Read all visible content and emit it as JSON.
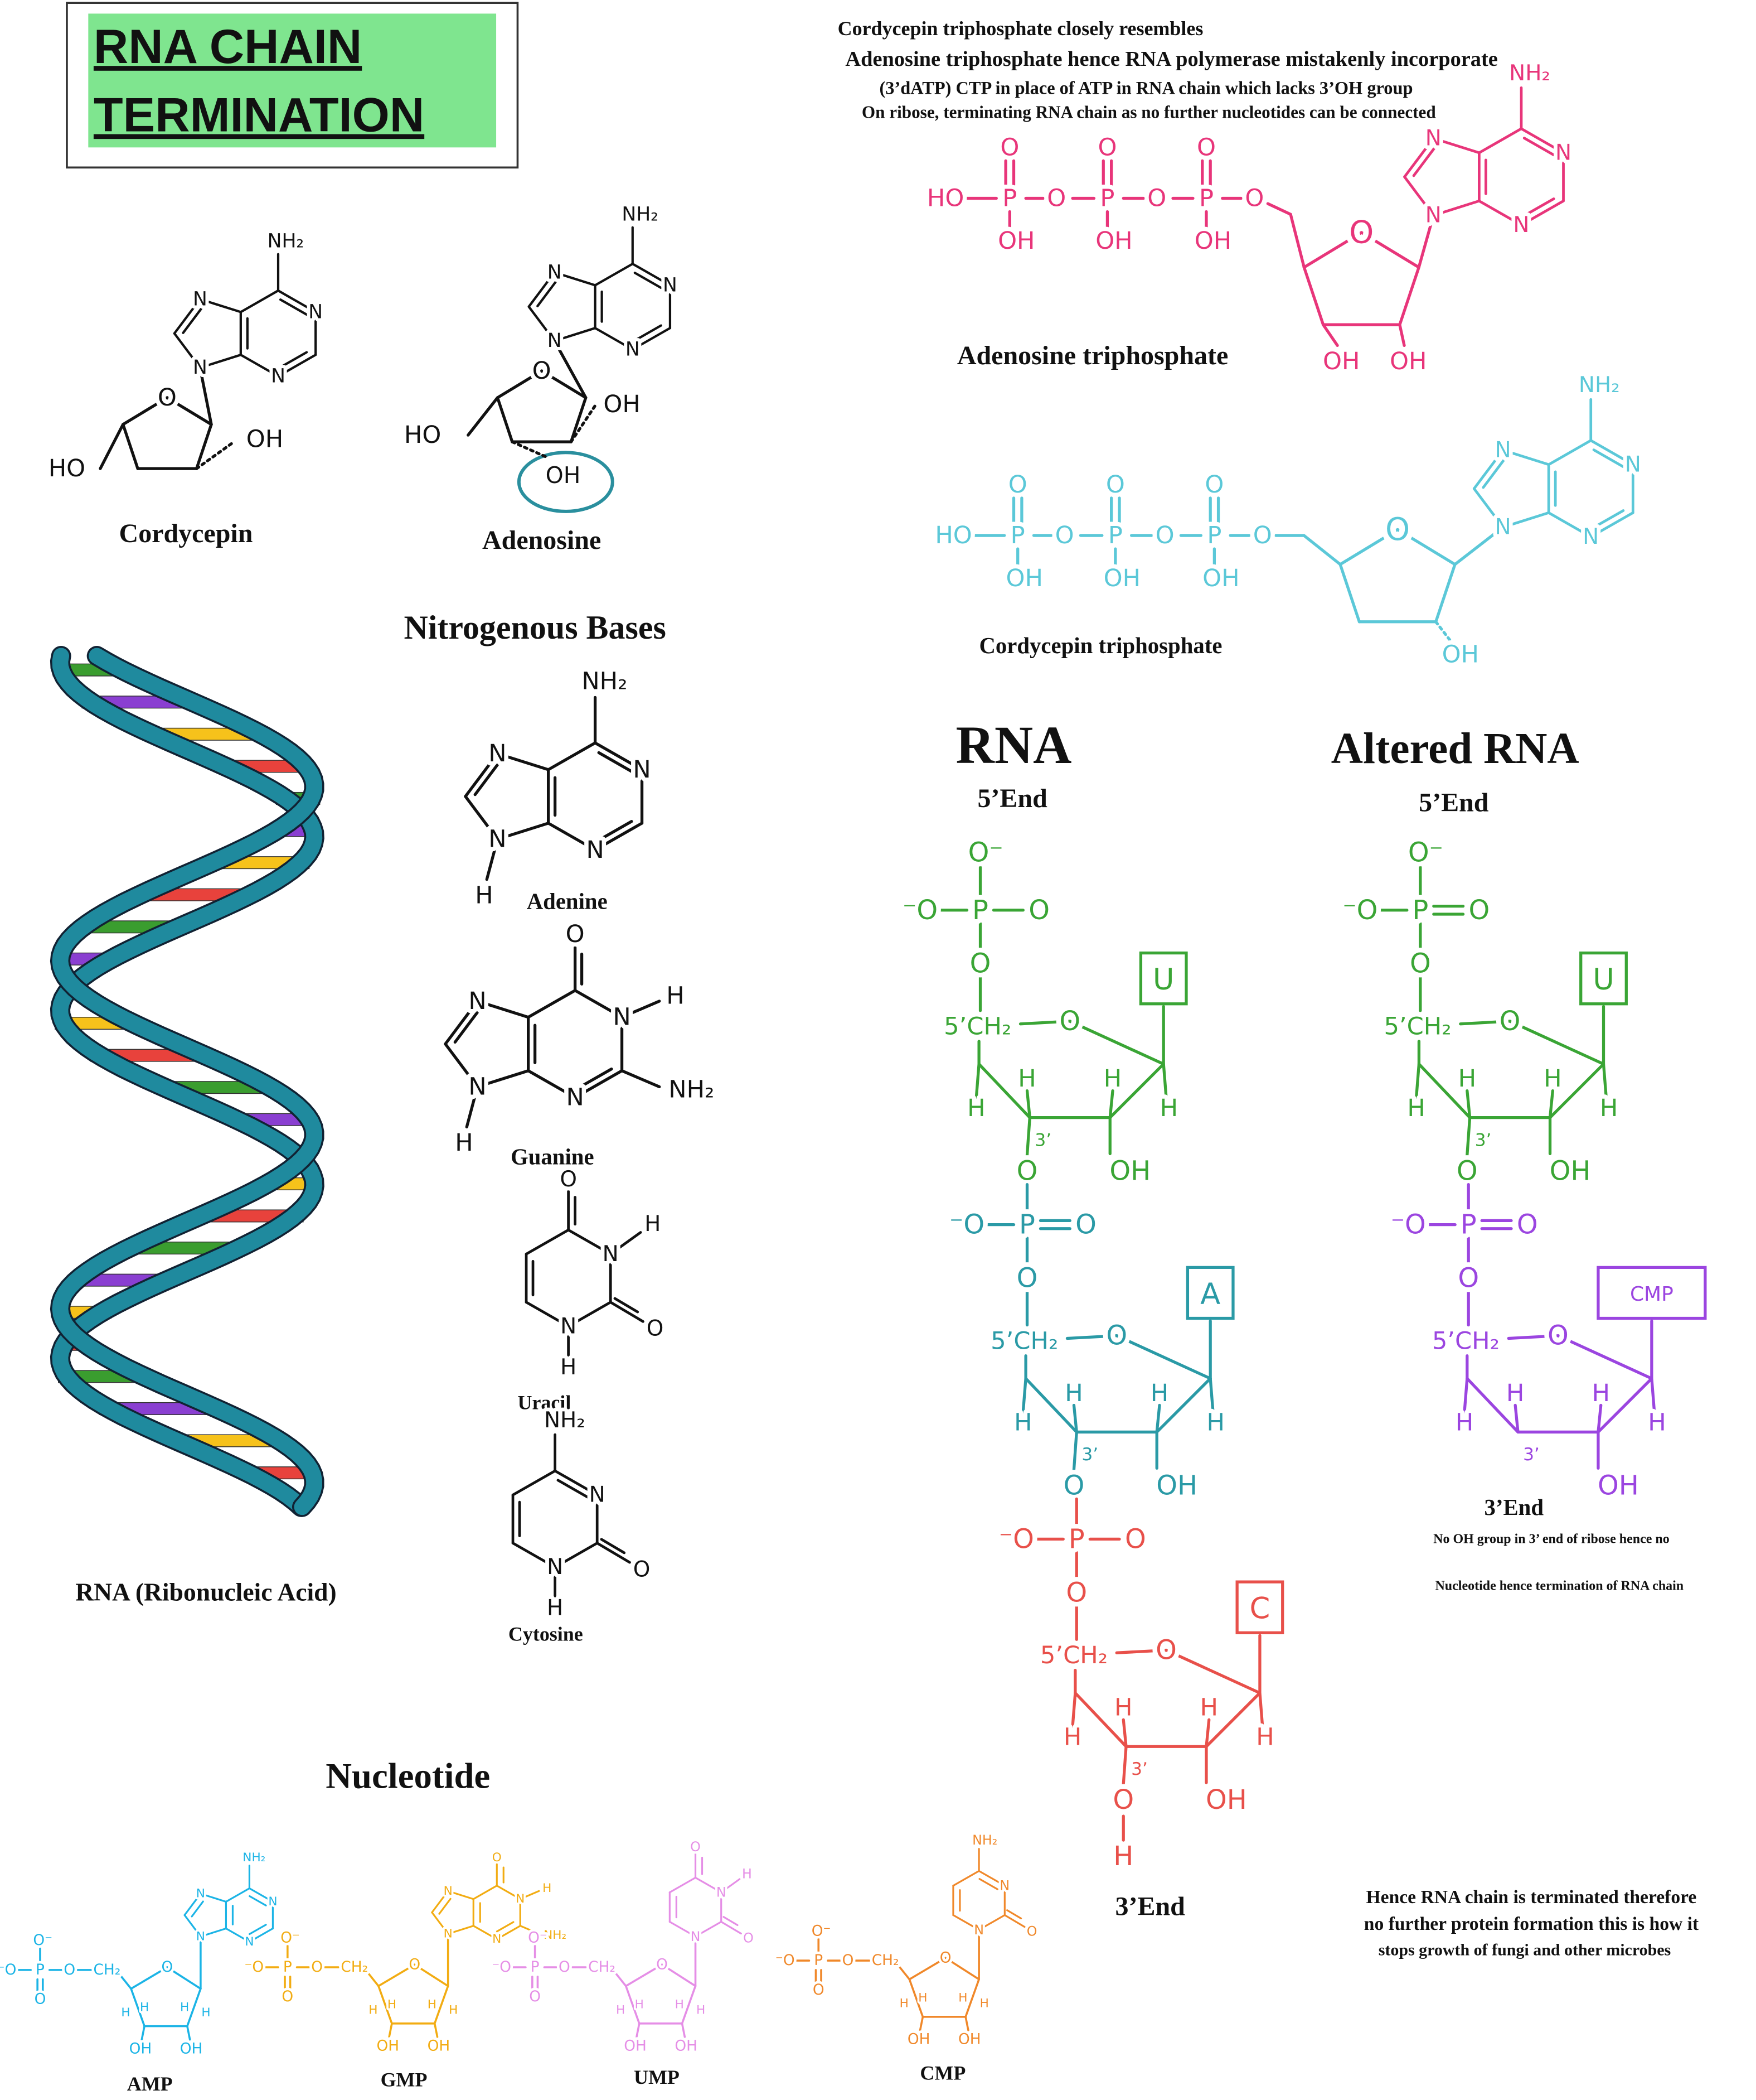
{
  "title": {
    "line1": "RNA CHAIN",
    "line2": "TERMINATION"
  },
  "intro": [
    "Cordycepin triphosphate closely resembles",
    "Adenosine triphosphate hence RNA polymerase mistakenly incorporate",
    "(3’dATP) CTP in place of ATP in RNA chain  which lacks 3’OH group",
    "On ribose, terminating RNA chain as no further nucleotides can be connected"
  ],
  "labels": {
    "cordycepin": "Cordycepin",
    "adenosine": "Adenosine",
    "atp": "Adenosine triphosphate",
    "cordycepin_tp": "Cordycepin triphosphate",
    "nitrogenous_bases": "Nitrogenous Bases",
    "adenine": "Adenine",
    "guanine": "Guanine",
    "uracil": "Uracil",
    "cytosine": "Cytosine",
    "rna_full": "RNA (Ribonucleic Acid)",
    "nucleotide": "Nucleotide",
    "amp": "AMP",
    "gmp": "GMP",
    "ump": "UMP",
    "cmp": "CMP"
  },
  "rna": {
    "title": "RNA",
    "five_end": "5’End",
    "three_end": "3’End",
    "bases": [
      "U",
      "A",
      "C"
    ]
  },
  "altered": {
    "title": "Altered RNA",
    "five_end": "5’End",
    "three_end": "3’End",
    "bases": [
      "U",
      "CMP"
    ],
    "note": [
      "No OH group in 3’ end of ribose hence no",
      "Nucleotide hence termination of RNA chain"
    ]
  },
  "conclusion": [
    "Hence RNA chain is terminated therefore",
    "no further protein formation this is how it",
    "stops growth of fungi and other microbes"
  ],
  "atoms": {
    "N": "N",
    "O": "O",
    "H": "H",
    "P": "P",
    "NH2": "NH₂",
    "OH": "OH",
    "HO": "HO",
    "Ominus": "O⁻",
    "minusO": "⁻O",
    "CH2": "5’CH₂",
    "CH2s": "CH₂",
    "three_prime": "3’"
  },
  "colors": {
    "title_bg": "#7fe58f",
    "atp": "#e8357a",
    "cordycepin_tp": "#5bc8d8",
    "helix": "#1f8a9e",
    "green": "#3aa535",
    "teal": "#2a9aa6",
    "red": "#e8504a",
    "purple": "#9b45e0",
    "amp": "#1bb4e6",
    "gmp": "#f2ac12",
    "ump": "#e58ee6",
    "cmp": "#f0882a",
    "rungs": [
      "#3a9d2f",
      "#8a3fd1",
      "#f6c21b",
      "#e8423c"
    ]
  }
}
